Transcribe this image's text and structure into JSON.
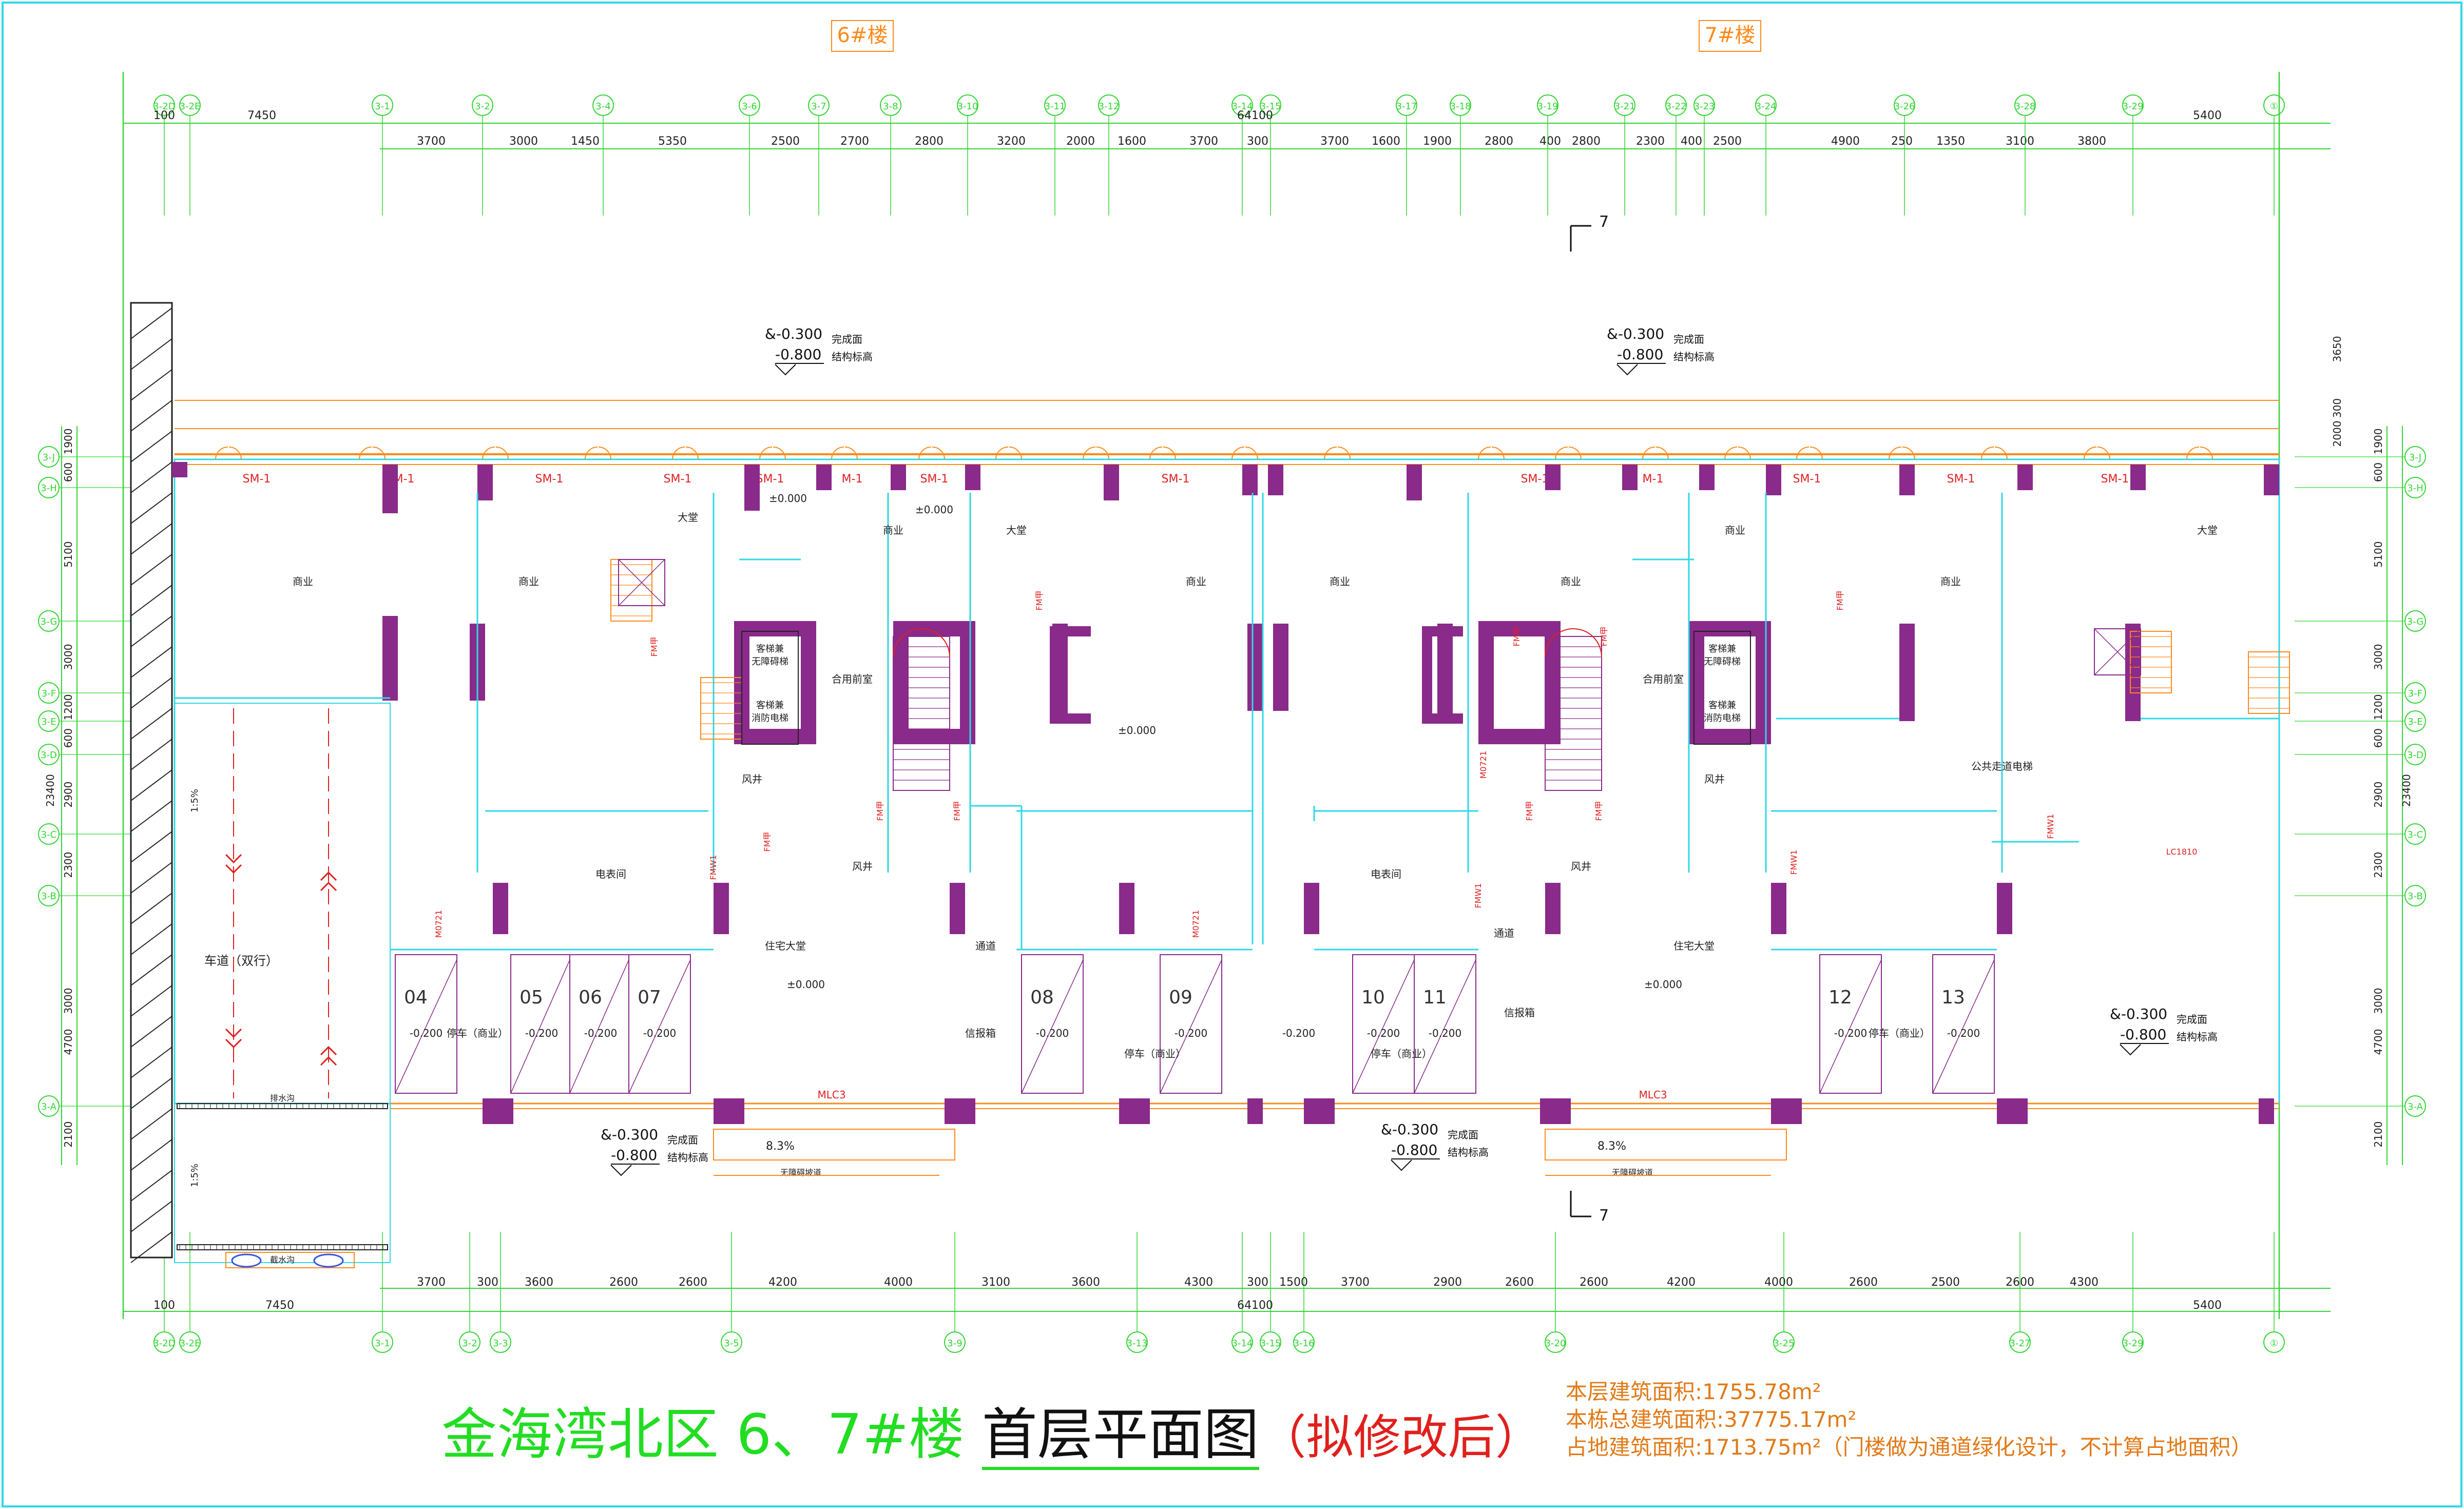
{
  "header": {
    "building_6": "6#楼",
    "building_7": "7#楼"
  },
  "axes_top": [
    "3-2D",
    "3-2E",
    "3-1",
    "3-2",
    "3-4",
    "3-6",
    "3-7",
    "3-8",
    "3-10",
    "3-11",
    "3-12",
    "3-14",
    "3-15",
    "3-17",
    "3-18",
    "3-19",
    "3-21",
    "3-22",
    "3-23",
    "3-24",
    "3-26",
    "3-28",
    "3-29",
    "①"
  ],
  "axes_bottom": [
    "3-2D",
    "3-2E",
    "3-1",
    "3-2",
    "3-3",
    "3-5",
    "3-9",
    "3-13",
    "3-14",
    "3-15",
    "3-16",
    "3-20",
    "3-25",
    "3-27",
    "3-29",
    "①"
  ],
  "axes_left": [
    "3-J",
    "3-H",
    "3-G",
    "3-F",
    "3-E",
    "3-D",
    "3-C",
    "3-B",
    "3-A"
  ],
  "dims_top_row1": [
    "100",
    "7450",
    "64100",
    "5400"
  ],
  "dims_top_row2": [
    "3700",
    "3000",
    "1450",
    "5350",
    "2500",
    "2700",
    "2800",
    "3200",
    "2000",
    "1600",
    "3700",
    "300",
    "3700",
    "1600",
    "1900",
    "2800",
    "400",
    "2800",
    "2300",
    "400",
    "2500",
    "4900",
    "250",
    "1350",
    "3100",
    "3800"
  ],
  "dims_bottom_row1": [
    "3700",
    "300",
    "3600",
    "2600",
    "2600",
    "4200",
    "4000",
    "3100",
    "3600",
    "4300",
    "300",
    "1500",
    "3700",
    "2900",
    "2600",
    "2600",
    "4200",
    "4000",
    "2600",
    "2500",
    "2600",
    "4300"
  ],
  "dims_bottom_row2": [
    "100",
    "7450",
    "64100",
    "5400"
  ],
  "dims_left": [
    "1900",
    "600",
    "5100",
    "3000",
    "1200",
    "600",
    "2900",
    "2300",
    "3000",
    "4700",
    "2100",
    "23400"
  ],
  "dims_right": [
    "1900",
    "600",
    "5100",
    "3000",
    "1200",
    "600",
    "2900",
    "2300",
    "3000",
    "4700",
    "2100",
    "23400",
    "3650",
    "2000",
    "300"
  ],
  "elevations": [
    {
      "id": "e1",
      "top": "&-0.300",
      "bottom": "-0.800",
      "label_top": "完成面",
      "label_bottom": "结构标高"
    },
    {
      "id": "e2",
      "top": "&-0.300",
      "bottom": "-0.800",
      "label_top": "完成面",
      "label_bottom": "结构标高"
    },
    {
      "id": "e3",
      "top": "&-0.300",
      "bottom": "-0.800",
      "label_top": "完成面",
      "label_bottom": "结构标高"
    },
    {
      "id": "e4",
      "top": "&-0.300",
      "bottom": "-0.800",
      "label_top": "完成面",
      "label_bottom": "结构标高"
    },
    {
      "id": "e5",
      "top": "&-0.300",
      "bottom": "-0.800",
      "label_top": "完成面",
      "label_bottom": "结构标高"
    }
  ],
  "rooms": {
    "shop": "商业",
    "lobby": "大堂",
    "electrical": "电表间",
    "residential_lobby": "住宅大堂",
    "mailroom": "信报箱",
    "passage": "通道",
    "wind": "风井",
    "public_corridor": "公共走道电梯",
    "parking": "停车（商业）",
    "driveway": "车道（双行）",
    "shared_front": "合用前室",
    "guest_elevator": "客梯兼",
    "accessible_elevator": "无障碍梯",
    "fire_elevator": "消防电梯",
    "ramp_barrier_free": "无障碍坡道",
    "drainage": "排水沟",
    "water_stop": "截水沟",
    "level_zero": "±0.000"
  },
  "parking_spots": [
    "04",
    "05",
    "06",
    "07",
    "08",
    "09",
    "10",
    "11",
    "12",
    "13"
  ],
  "parking_level": "-0.200",
  "door_labels": {
    "sm1": "SM-1",
    "m1": "M-1",
    "fm": "FM甲",
    "mlc3": "MLC3",
    "m0721": "M0721",
    "fmw1": "FMW1",
    "lc1810": "LC1810"
  },
  "slope": "8.3%",
  "section_mark": "7",
  "ramp_slope": "1:5%",
  "title": {
    "main": "金海湾北区 6、7#楼 ",
    "black": "首层平面图",
    "red": "（拟修改后）"
  },
  "areas": {
    "floor_area": "本层建筑面积:1755.78m²",
    "total_area": "本栋总建筑面积:37775.17m²",
    "footprint": "占地建筑面积:1713.75m²（门楼做为通道绿化设计，不计算占地面积）"
  },
  "colors": {
    "grid": "#33d633",
    "wall": "#8a2a8a",
    "window": "#ff8a1a",
    "cyan": "#2fd8e6",
    "red": "#e02020",
    "title": "#22dd22"
  }
}
